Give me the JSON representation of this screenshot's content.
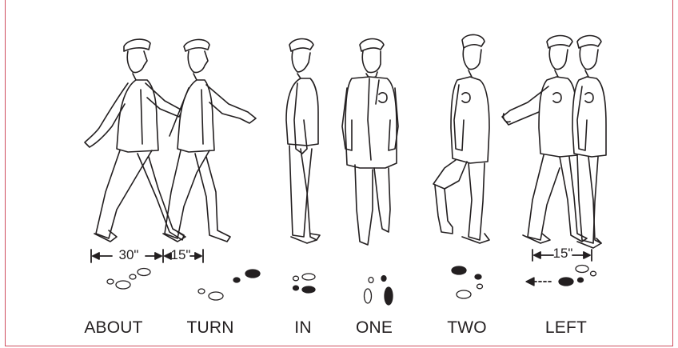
{
  "steps": [
    {
      "label": "ABOUT"
    },
    {
      "label": "TURN"
    },
    {
      "label": "IN"
    },
    {
      "label": "ONE"
    },
    {
      "label": "TWO"
    },
    {
      "label": "LEFT"
    }
  ],
  "measurements": {
    "about_stride": "30\"",
    "turn_step": "15\"",
    "left_step": "15\""
  },
  "colors": {
    "border": "#cf4e5f",
    "ink": "#231f20"
  }
}
